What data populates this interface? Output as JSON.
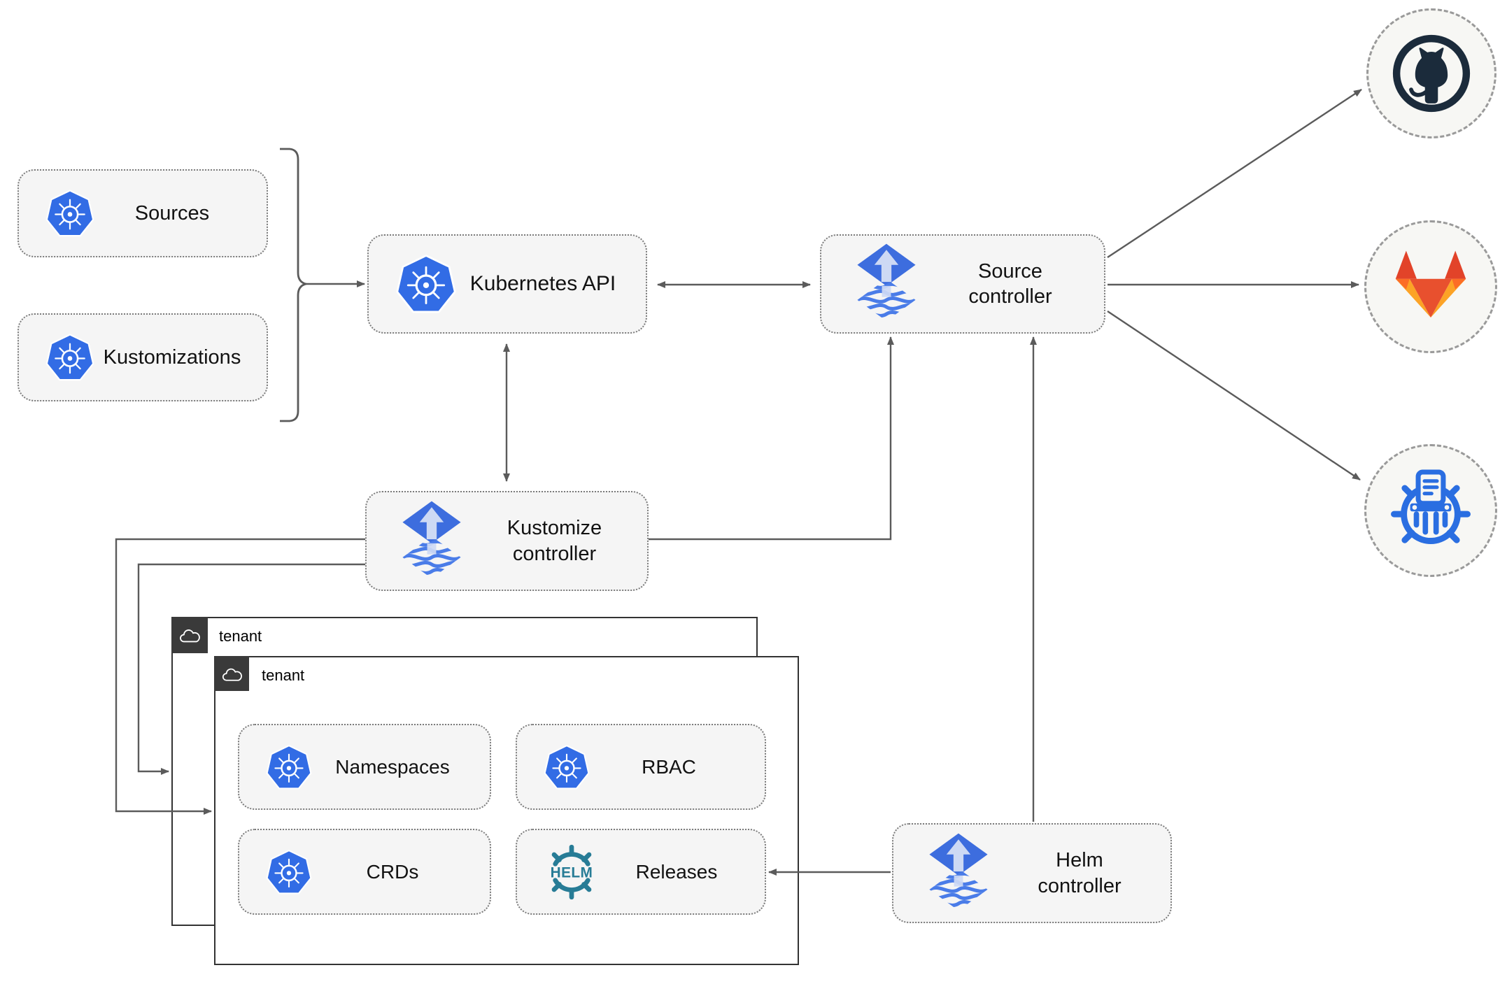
{
  "diagram": {
    "nodes": {
      "sources": {
        "label": "Sources",
        "icon": "kubernetes-icon"
      },
      "kustomizations": {
        "label": "Kustomizations",
        "icon": "kubernetes-icon"
      },
      "kubernetes_api": {
        "label": "Kubernetes API",
        "icon": "kubernetes-icon"
      },
      "source_controller": {
        "label": "Source controller",
        "icon": "flux-icon"
      },
      "kustomize_controller": {
        "label": "Kustomize controller",
        "icon": "flux-icon"
      },
      "helm_controller": {
        "label": "Helm controller",
        "icon": "flux-icon"
      },
      "namespaces": {
        "label": "Namespaces",
        "icon": "kubernetes-icon"
      },
      "rbac": {
        "label": "RBAC",
        "icon": "kubernetes-icon"
      },
      "crds": {
        "label": "CRDs",
        "icon": "kubernetes-icon"
      },
      "releases": {
        "label": "Releases",
        "icon": "helm-icon"
      }
    },
    "groups": {
      "tenant_back": {
        "label": "tenant",
        "icon": "cloud-icon"
      },
      "tenant_front": {
        "label": "tenant",
        "icon": "cloud-icon"
      }
    },
    "endpoints": {
      "github": {
        "icon": "github-icon"
      },
      "gitlab": {
        "icon": "gitlab-icon"
      },
      "helm_repository": {
        "icon": "chartmuseum-icon"
      }
    },
    "edges": [
      {
        "from": "sources-and-kustomizations",
        "to": "kubernetes-api",
        "type": "arrow"
      },
      {
        "from": "kubernetes-api",
        "to": "source-controller",
        "type": "bidirectional"
      },
      {
        "from": "kubernetes-api",
        "to": "kustomize-controller",
        "type": "bidirectional"
      },
      {
        "from": "kustomize-controller",
        "to": "source-controller",
        "type": "arrow"
      },
      {
        "from": "kustomize-controller",
        "to": "tenant-front",
        "type": "arrow"
      },
      {
        "from": "kustomize-controller",
        "to": "tenant-back",
        "type": "arrow"
      },
      {
        "from": "helm-controller",
        "to": "source-controller",
        "type": "arrow"
      },
      {
        "from": "helm-controller",
        "to": "releases",
        "type": "arrow"
      },
      {
        "from": "source-controller",
        "to": "github",
        "type": "arrow"
      },
      {
        "from": "source-controller",
        "to": "gitlab",
        "type": "arrow"
      },
      {
        "from": "source-controller",
        "to": "helm-repository",
        "type": "arrow"
      }
    ],
    "colors": {
      "kubernetes_blue": "#326ce5",
      "flux_blue": "#3d6dde",
      "flux_arrow_light": "#cdd9f4",
      "helm_teal": "#277c96",
      "chartmuseum_blue": "#2a6ee1",
      "github_dark": "#1b2b3b",
      "gitlab_orange": "#e24329",
      "gitlab_mid_orange": "#fc6d26",
      "gitlab_light_orange": "#fca326",
      "node_fill": "#f5f5f5",
      "edge_gray": "#5b5b5b",
      "tenant_tab_dark": "#3a3a3a"
    }
  }
}
